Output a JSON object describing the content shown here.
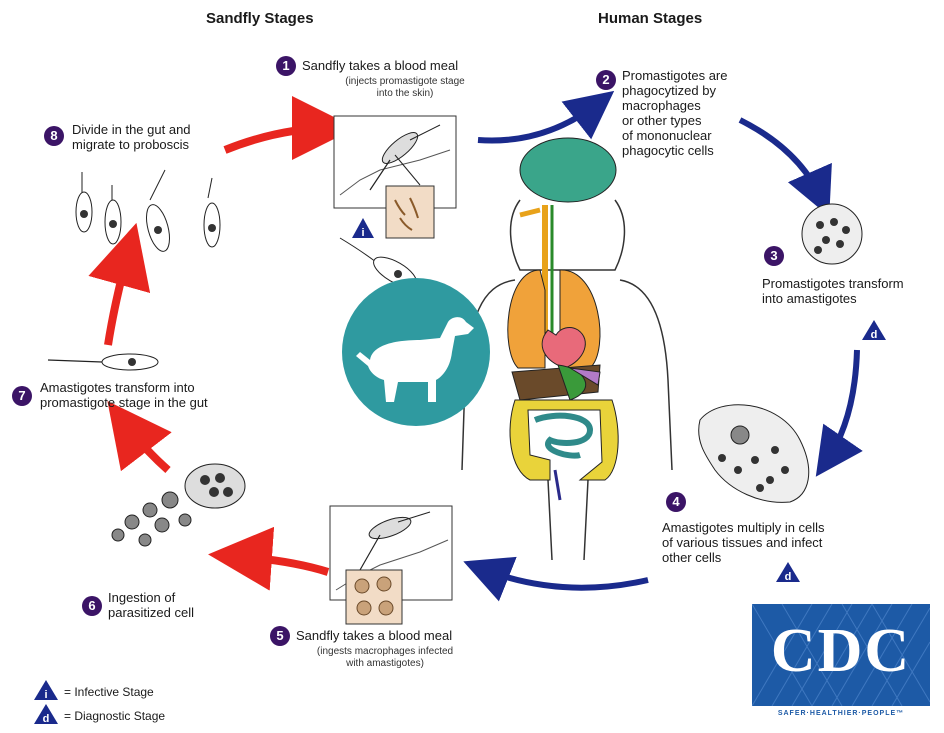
{
  "headers": {
    "sandfly": "Sandfly Stages",
    "human": "Human Stages"
  },
  "stages": [
    {
      "number": "1",
      "text": "Sandfly takes a blood meal",
      "detail_lines": [
        "(injects promastigote stage",
        "into the skin)"
      ]
    },
    {
      "number": "2",
      "lines": [
        "Promastigotes are",
        "phagocytized by",
        "macrophages",
        "or other types",
        "of mononuclear",
        "phagocytic cells"
      ]
    },
    {
      "number": "3",
      "lines": [
        "Promastigotes transform",
        "into amastigotes"
      ]
    },
    {
      "number": "4",
      "lines": [
        "Amastigotes multiply in cells",
        "of various tissues and infect",
        "other cells"
      ]
    },
    {
      "number": "5",
      "text": "Sandfly takes a blood meal",
      "detail_lines": [
        "(ingests macrophages infected",
        "with amastigotes)"
      ]
    },
    {
      "number": "6",
      "lines": [
        "Ingestion of",
        "parasitized cell"
      ]
    },
    {
      "number": "7",
      "lines": [
        "Amastigotes transform into",
        "promastigote stage in  the gut"
      ]
    },
    {
      "number": "8",
      "lines": [
        "Divide in the gut and",
        "migrate to proboscis"
      ]
    }
  ],
  "markers": {
    "infective_letter": "i",
    "diagnostic_letter": "d"
  },
  "legend": {
    "infective": "= Infective Stage",
    "diagnostic": "= Diagnostic Stage"
  },
  "logo": {
    "text": "CDC",
    "tagline": "SAFER·HEALTHIER·PEOPLE™"
  },
  "colors": {
    "sandfly_arrow": "#e8261f",
    "human_arrow": "#1a2a8c",
    "number_badge": "#3b1466",
    "marker": "#1a2a8c",
    "dog_circle": "#2f9aa0",
    "cdc_blue": "#1d5aa6"
  }
}
